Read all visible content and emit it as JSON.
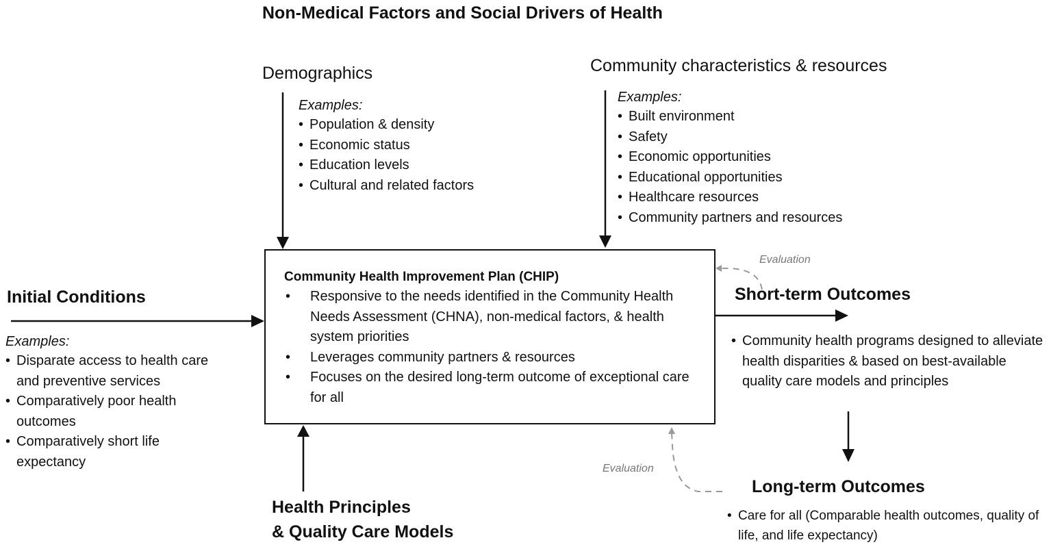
{
  "title": "Non-Medical Factors and Social Drivers of Health",
  "demographics": {
    "heading": "Demographics",
    "examples_label": "Examples:",
    "items": [
      "Population & density",
      "Economic status",
      "Education levels",
      "Cultural and related factors"
    ]
  },
  "community": {
    "heading": "Community characteristics & resources",
    "examples_label": "Examples:",
    "items": [
      "Built environment",
      "Safety",
      "Economic opportunities",
      "Educational opportunities",
      "Healthcare resources",
      "Community partners and resources"
    ]
  },
  "initial_conditions": {
    "heading": "Initial Conditions",
    "examples_label": "Examples:",
    "items": [
      "Disparate access to health care and preventive services",
      "Comparatively poor health outcomes",
      "Comparatively short life expectancy"
    ]
  },
  "chip": {
    "title": "Community Health Improvement Plan (CHIP)",
    "items": [
      "Responsive to the needs identified in the Community Health Needs Assessment (CHNA), non-medical factors, & health system priorities",
      "Leverages community partners & resources",
      "Focuses on the desired long-term outcome of exceptional care for all"
    ]
  },
  "short_term": {
    "heading": "Short-term Outcomes",
    "items": [
      "Community health programs designed to alleviate health disparities & based on best-available quality care models and principles"
    ]
  },
  "long_term": {
    "heading": "Long-term Outcomes",
    "items": [
      "Care for all (Comparable health outcomes, quality of life, and life expectancy)"
    ]
  },
  "health_principles": {
    "line1": "Health Principles",
    "line2": "& Quality Care Models"
  },
  "evaluation_labels": {
    "short_term": "Evaluation",
    "long_term": "Evaluation"
  },
  "colors": {
    "arrow": "#111111",
    "evaluation_arrow": "#999999",
    "evaluation_text": "#777777"
  }
}
